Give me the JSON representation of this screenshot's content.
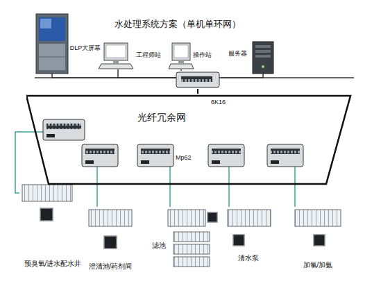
{
  "diagram": {
    "title": "水处理系统方案（单机单环网）",
    "nodes": [
      {
        "text": [
          "DLP大屏幕"
        ]
      },
      {
        "text": [
          "工程师站"
        ]
      },
      {
        "text": [
          "操作站"
        ]
      },
      {
        "text": [
          "服务器"
        ]
      },
      {
        "text": [
          "6K16"
        ]
      },
      {
        "text": [
          "光纤冗余网"
        ]
      },
      {
        "text": [
          "预臭氧/进水配水井"
        ]
      },
      {
        "text": [
          "澄清池/药剂间"
        ]
      },
      {
        "text": [
          "滤池"
        ]
      },
      {
        "text": [
          "清水泵"
        ]
      },
      {
        "text": [
          "加氯/加氨"
        ]
      }
    ],
    "edges": [
      {
        "from": 0,
        "to": 4,
        "arrow": "none"
      },
      {
        "from": 1,
        "to": 4,
        "arrow": "none"
      },
      {
        "from": 2,
        "to": 4,
        "arrow": "none"
      },
      {
        "from": 3,
        "to": 4,
        "arrow": "none"
      },
      {
        "from": 4,
        "to": 5,
        "arrow": "none"
      },
      {
        "from": 5,
        "to": 6,
        "arrow": "none"
      },
      {
        "from": 5,
        "to": 7,
        "arrow": "none"
      },
      {
        "from": 5,
        "to": 8,
        "arrow": "none"
      },
      {
        "from": 5,
        "to": 9,
        "arrow": "none"
      },
      {
        "from": 5,
        "to": 10,
        "arrow": "none"
      }
    ],
    "labels": [
      "Mp62"
    ]
  }
}
